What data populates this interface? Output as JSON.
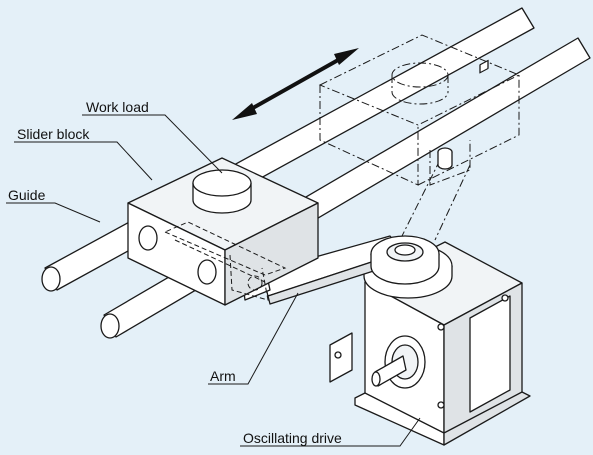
{
  "labels": {
    "work_load": "Work load",
    "slider_block": "Slider block",
    "guide": "Guide",
    "arm": "Arm",
    "oscillating_drive": "Oscillating drive"
  },
  "colors": {
    "background": "#e4f0f8",
    "line": "#1a1a1a",
    "fill": "#ffffff"
  }
}
